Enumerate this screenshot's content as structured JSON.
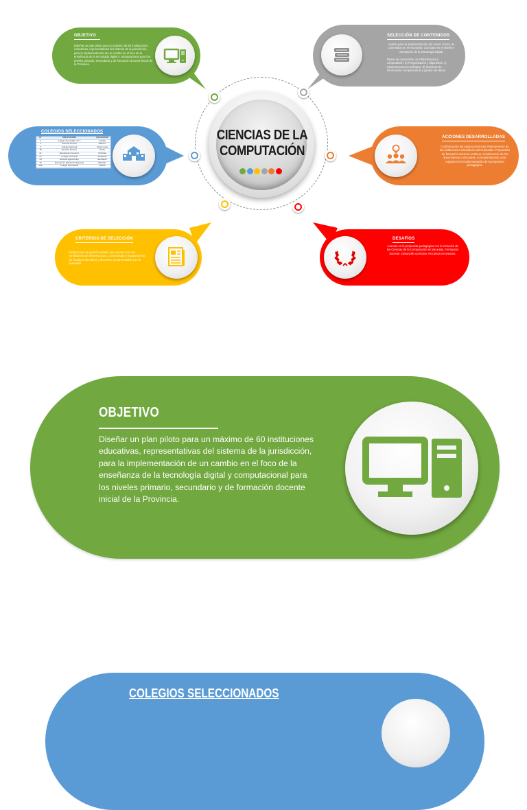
{
  "center": {
    "title_line1": "CIENCIAS DE LA",
    "title_line2": "COMPUTACIÓN",
    "dot_colors": [
      "#71a83f",
      "#5b9bd5",
      "#ffc000",
      "#a5a5a5",
      "#ed7d31",
      "#ff0000"
    ]
  },
  "colors": {
    "green": "#71a83f",
    "gray": "#a5a5a5",
    "blue": "#5b9bd5",
    "orange": "#ed7d31",
    "yellow": "#ffc000",
    "red": "#ff0000"
  },
  "objetivo": {
    "title": "OBJETIVO",
    "text": "Diseñar un plan piloto para un máximo de 60 instituciones educativas, representativas del sistema de la jurisdicción, para la implementación de un cambio en el foco de la enseñanza de la tecnología digital y computacional para los niveles primario, secundario y de formación docente inicial de la Provincia.",
    "icon": "computer-icon"
  },
  "seleccion": {
    "title": "SELECCIÓN DE CONTENIDOS",
    "text": "Ajustar para la implementación del nuevo núcleo de contenidos en el escenario. Con base en el diseño y orientación de la Estrategia Digital.",
    "text2": "Bases de contenidos: a) Alfabetización y computación. b) Programación y algoritmos. c) Infraestructura tecnológica. d) Sistemas de información computacional y gestión de datos.",
    "icon": "books-icon"
  },
  "colegios": {
    "title": "COLEGIOS SELECCIONADOS",
    "icon": "school-icon",
    "headers": [
      "N°",
      "INSTITUCIÓN",
      "LOCALIDAD"
    ],
    "rows": [
      [
        "1",
        "Colegio Secundario N° 1",
        "Capital"
      ],
      [
        "3",
        "Escuela Normal",
        "Rawson"
      ],
      [
        "6",
        "Colegio Nacional",
        "Santa Lucía"
      ],
      [
        "18",
        "Escuela Técnica",
        "Pocito"
      ],
      [
        "21",
        "Escuela de Comercio",
        "Chimbas"
      ],
      [
        "27",
        "Colegio Provincial",
        "Rivadavia"
      ],
      [
        "44",
        "Escuela Agrotécnica",
        "Sarmiento"
      ],
      [
        "70",
        "Escuela de Educación Especial",
        "Albardón"
      ],
      [
        "105",
        "Colegio Secundario",
        "Jáchal"
      ]
    ],
    "big_title": "COLEGIOS SELECCIONADOS"
  },
  "acciones": {
    "title": "ACCIONES DESARROLLADAS",
    "text": "Conformación del equipo provincial. Relevamiento de las instituciones educativas seleccionadas. Propuestas de formación docente continua. Construcción de los lineamientos curriculares. Acompañamiento a los equipos en la implementación de la propuesta pedagógica.",
    "icon": "team-icon"
  },
  "criterios": {
    "title": "CRITERIOS DE SELECCIÓN",
    "text": "Instituciones de gestión estatal, que cuenten con las condiciones de infraestructura, conectividad y equipamiento, con equipos directivos y docentes comprometidos con la propuesta.",
    "icon": "document-icon"
  },
  "desafios": {
    "title": "DESAFÍOS",
    "text": "Avanzar en la propuesta pedagógica con la inclusión de las Ciencias de la Computación en las aulas. Formación docente. Desarrollo curricular. Recursos necesarios.",
    "icon": "laurel-icon"
  }
}
